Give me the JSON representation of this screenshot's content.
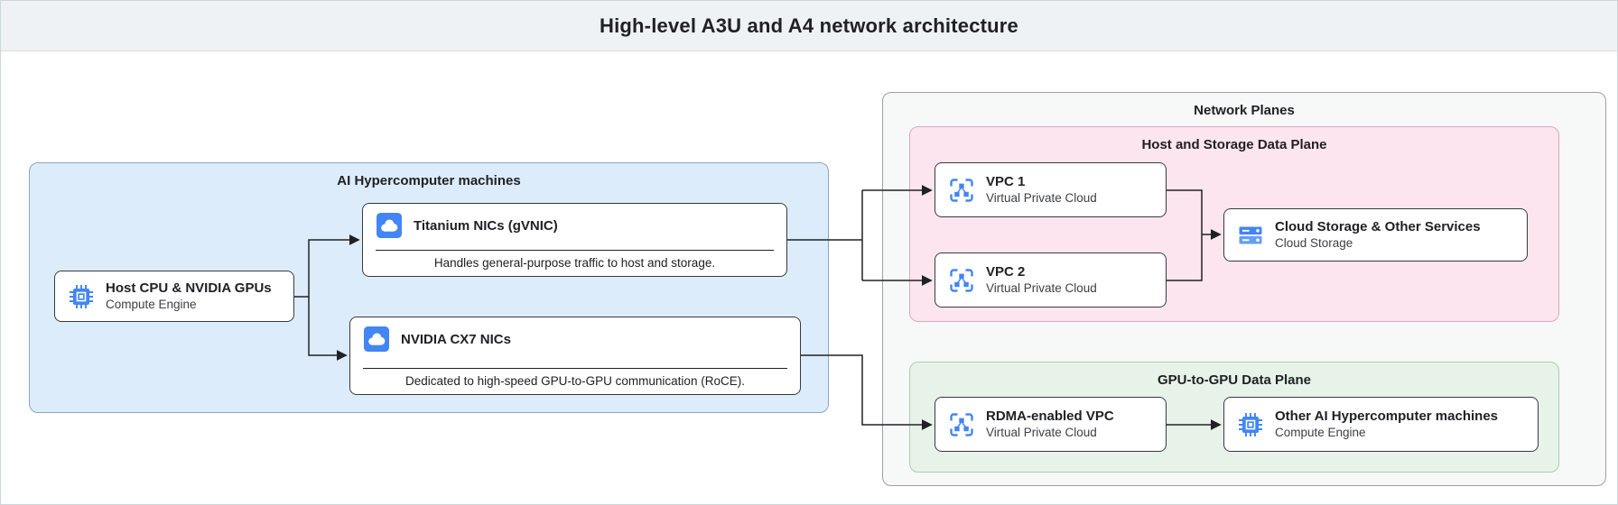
{
  "header": {
    "title": "High-level A3U and A4 network architecture"
  },
  "groups": {
    "ai_machines": {
      "title": "AI Hypercomputer machines"
    },
    "network_planes": {
      "title": "Network Planes"
    },
    "host_storage_plane": {
      "title": "Host and Storage Data Plane"
    },
    "gpu_plane": {
      "title": "GPU-to-GPU Data Plane"
    }
  },
  "nodes": {
    "host_cpu": {
      "title": "Host CPU & NVIDIA GPUs",
      "subtitle": "Compute Engine",
      "icon": "compute-engine-icon"
    },
    "titanium_nic": {
      "title": "Titanium NICs (gVNIC)",
      "description": "Handles general-purpose traffic to host and storage.",
      "icon": "cloud-nic-icon"
    },
    "cx7_nic": {
      "title": "NVIDIA CX7 NICs",
      "description": "Dedicated to high-speed GPU-to-GPU communication (RoCE).",
      "icon": "cloud-nic-icon"
    },
    "vpc1": {
      "title": "VPC 1",
      "subtitle": "Virtual Private Cloud",
      "icon": "vpc-icon"
    },
    "vpc2": {
      "title": "VPC 2",
      "subtitle": "Virtual Private Cloud",
      "icon": "vpc-icon"
    },
    "cloud_storage": {
      "title": "Cloud Storage & Other Services",
      "subtitle": "Cloud Storage",
      "icon": "cloud-storage-icon"
    },
    "rdma_vpc": {
      "title": "RDMA-enabled VPC",
      "subtitle": "Virtual Private Cloud",
      "icon": "vpc-icon"
    },
    "other_machines": {
      "title": "Other AI Hypercomputer machines",
      "subtitle": "Compute Engine",
      "icon": "compute-engine-icon"
    }
  },
  "colors": {
    "accent_blue": "#4285f4",
    "accent_blue_light": "#669df6",
    "header_bg": "#eff2f4",
    "header_border": "#d6dbdf",
    "ai_machines_bg": "#ddecfb",
    "ai_machines_border": "#8fa6ba",
    "network_planes_bg": "#f7f8f8",
    "network_planes_border": "#9aa0a6",
    "host_storage_bg": "#fce5ee",
    "host_storage_border": "#d9aabe",
    "gpu_plane_bg": "#e7f3e9",
    "gpu_plane_border": "#aecdb4",
    "node_border": "#37393b",
    "edge_color": "#202124",
    "canvas_border": "#ccd6dc"
  }
}
